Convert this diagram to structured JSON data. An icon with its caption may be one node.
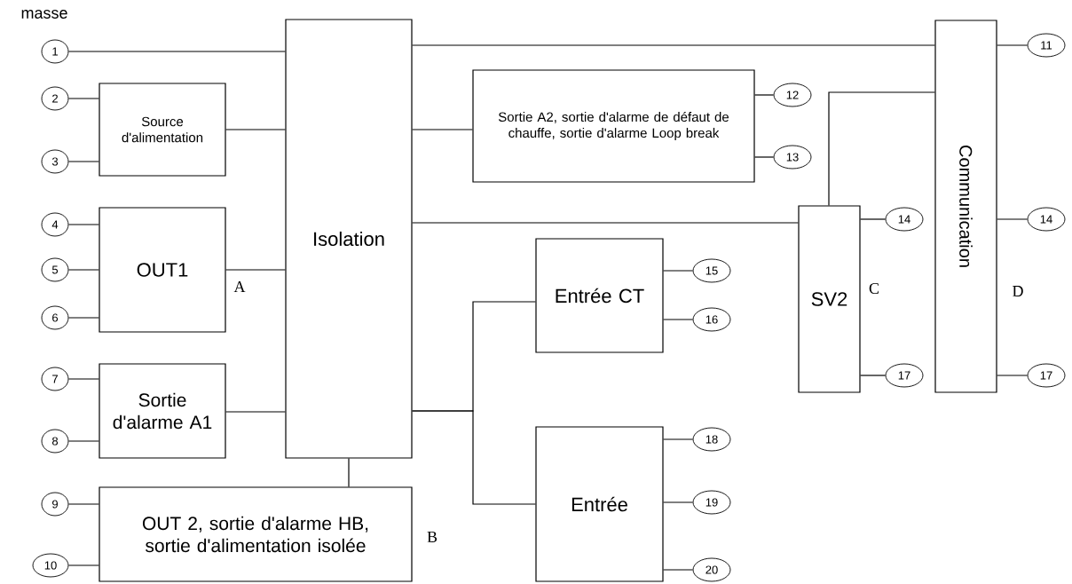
{
  "diagram": {
    "nodes": [
      {
        "text": [
          "1"
        ],
        "beside": [
          "masse"
        ]
      },
      {
        "text": [
          "2"
        ]
      },
      {
        "text": [
          "3"
        ]
      },
      {
        "text": [
          "4"
        ]
      },
      {
        "text": [
          "5"
        ]
      },
      {
        "text": [
          "6"
        ]
      },
      {
        "text": [
          "7"
        ]
      },
      {
        "text": [
          "8"
        ]
      },
      {
        "text": [
          "9"
        ]
      },
      {
        "text": [
          "10"
        ]
      },
      {
        "text": [
          "Source d'alimentation"
        ]
      },
      {
        "text": [
          "OUT1"
        ]
      },
      {
        "text": [
          "Sortie d'alarme A1"
        ]
      },
      {
        "text": [
          "OUT 2, sortie d'alarme HB, sortie d'alimentation isolée"
        ]
      },
      {
        "text": [
          "Isolation"
        ]
      },
      {
        "text": [
          "Sortie A2, sortie d'alarme de défaut de chauffe, sortie d'alarme Loop break"
        ]
      },
      {
        "text": [
          "Entrée CT"
        ]
      },
      {
        "text": [
          "Entrée"
        ]
      },
      {
        "text": [
          "SV2"
        ]
      },
      {
        "text": [
          "Communication"
        ]
      },
      {
        "text": [
          "11"
        ]
      },
      {
        "text": [
          "12"
        ]
      },
      {
        "text": [
          "13"
        ]
      },
      {
        "text": [
          "14"
        ]
      },
      {
        "text": [
          "17"
        ]
      },
      {
        "text": [
          "14"
        ]
      },
      {
        "text": [
          "17"
        ]
      },
      {
        "text": [
          "15"
        ]
      },
      {
        "text": [
          "16"
        ]
      },
      {
        "text": [
          "18"
        ]
      },
      {
        "text": [
          "19"
        ]
      },
      {
        "text": [
          "20"
        ]
      }
    ],
    "edges": [
      {
        "from": 0,
        "to": 14,
        "arrow": "none"
      },
      {
        "from": 1,
        "to": 10,
        "arrow": "none"
      },
      {
        "from": 2,
        "to": 10,
        "arrow": "none"
      },
      {
        "from": 3,
        "to": 11,
        "arrow": "none"
      },
      {
        "from": 4,
        "to": 11,
        "arrow": "none"
      },
      {
        "from": 5,
        "to": 11,
        "arrow": "none"
      },
      {
        "from": 6,
        "to": 12,
        "arrow": "none"
      },
      {
        "from": 7,
        "to": 12,
        "arrow": "none"
      },
      {
        "from": 8,
        "to": 13,
        "arrow": "none"
      },
      {
        "from": 9,
        "to": 13,
        "arrow": "none"
      },
      {
        "from": 10,
        "to": 14,
        "arrow": "none"
      },
      {
        "from": 11,
        "to": 14,
        "arrow": "none"
      },
      {
        "from": 12,
        "to": 14,
        "arrow": "none"
      },
      {
        "from": 14,
        "to": 13,
        "arrow": "none"
      },
      {
        "from": 14,
        "to": 19,
        "arrow": "none"
      },
      {
        "from": 14,
        "to": 15,
        "arrow": "none"
      },
      {
        "from": 14,
        "to": 18,
        "arrow": "none"
      },
      {
        "from": 14,
        "to": 16,
        "arrow": "none"
      },
      {
        "from": 14,
        "to": 17,
        "arrow": "none"
      },
      {
        "from": 18,
        "to": 19,
        "arrow": "none"
      },
      {
        "from": 15,
        "to": 21,
        "arrow": "none"
      },
      {
        "from": 15,
        "to": 22,
        "arrow": "none"
      },
      {
        "from": 18,
        "to": 23,
        "arrow": "none"
      },
      {
        "from": 18,
        "to": 24,
        "arrow": "none"
      },
      {
        "from": 19,
        "to": 20,
        "arrow": "none"
      },
      {
        "from": 19,
        "to": 25,
        "arrow": "none"
      },
      {
        "from": 19,
        "to": 26,
        "arrow": "none"
      },
      {
        "from": 16,
        "to": 27,
        "arrow": "none"
      },
      {
        "from": 16,
        "to": 28,
        "arrow": "none"
      },
      {
        "from": 17,
        "to": 29,
        "arrow": "none"
      },
      {
        "from": 17,
        "to": 30,
        "arrow": "none"
      },
      {
        "from": 17,
        "to": 31,
        "arrow": "none"
      }
    ],
    "labels": [
      "A",
      "B",
      "C",
      "D"
    ]
  }
}
